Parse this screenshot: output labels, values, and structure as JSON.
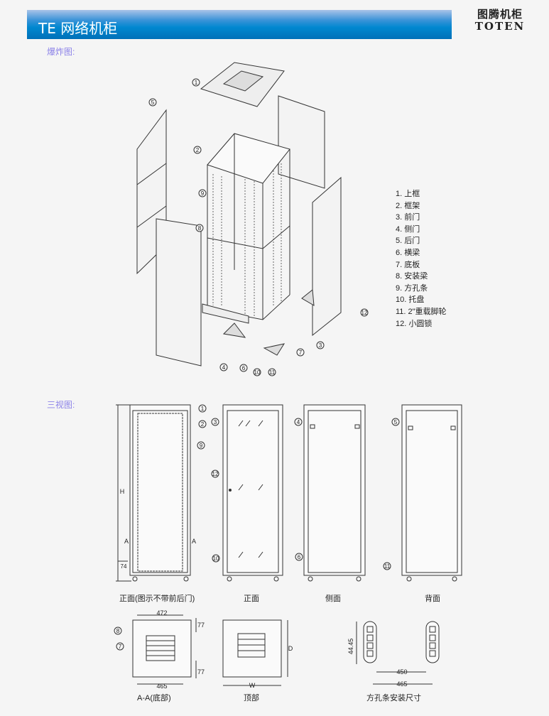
{
  "header": {
    "title": "TE 网络机柜"
  },
  "logo": {
    "cn": "图腾机柜",
    "en": "TOTEN"
  },
  "sections": {
    "exploded": "爆炸图:",
    "three_view": "三视图:"
  },
  "legend": [
    "1. 上框",
    "2. 框架",
    "3. 前门",
    "4. 侧门",
    "5. 后门",
    "6. 横梁",
    "7. 底板",
    "8. 安装梁",
    "9. 方孔条",
    "10. 托盘",
    "11. 2\"重载脚轮",
    "12. 小圆锁"
  ],
  "callouts": {
    "c1": "1",
    "c2": "2",
    "c3": "3",
    "c4": "4",
    "c5": "5",
    "c6": "6",
    "c7": "7",
    "c8": "8",
    "c9": "9",
    "c10": "10",
    "c11": "11",
    "c12": "12"
  },
  "views": {
    "front_no_door": "正面(图示不带前后门)",
    "front": "正面",
    "side": "侧面",
    "back": "背面",
    "section": "A-A(底部)",
    "top": "顶部",
    "strip": "方孔条安装尺寸"
  },
  "dims": {
    "H": "H",
    "A": "A",
    "d74": "74",
    "d472": "472",
    "d465": "465",
    "d77": "77",
    "W": "W",
    "D": "D",
    "d4445": "44.45",
    "d450": "450"
  }
}
